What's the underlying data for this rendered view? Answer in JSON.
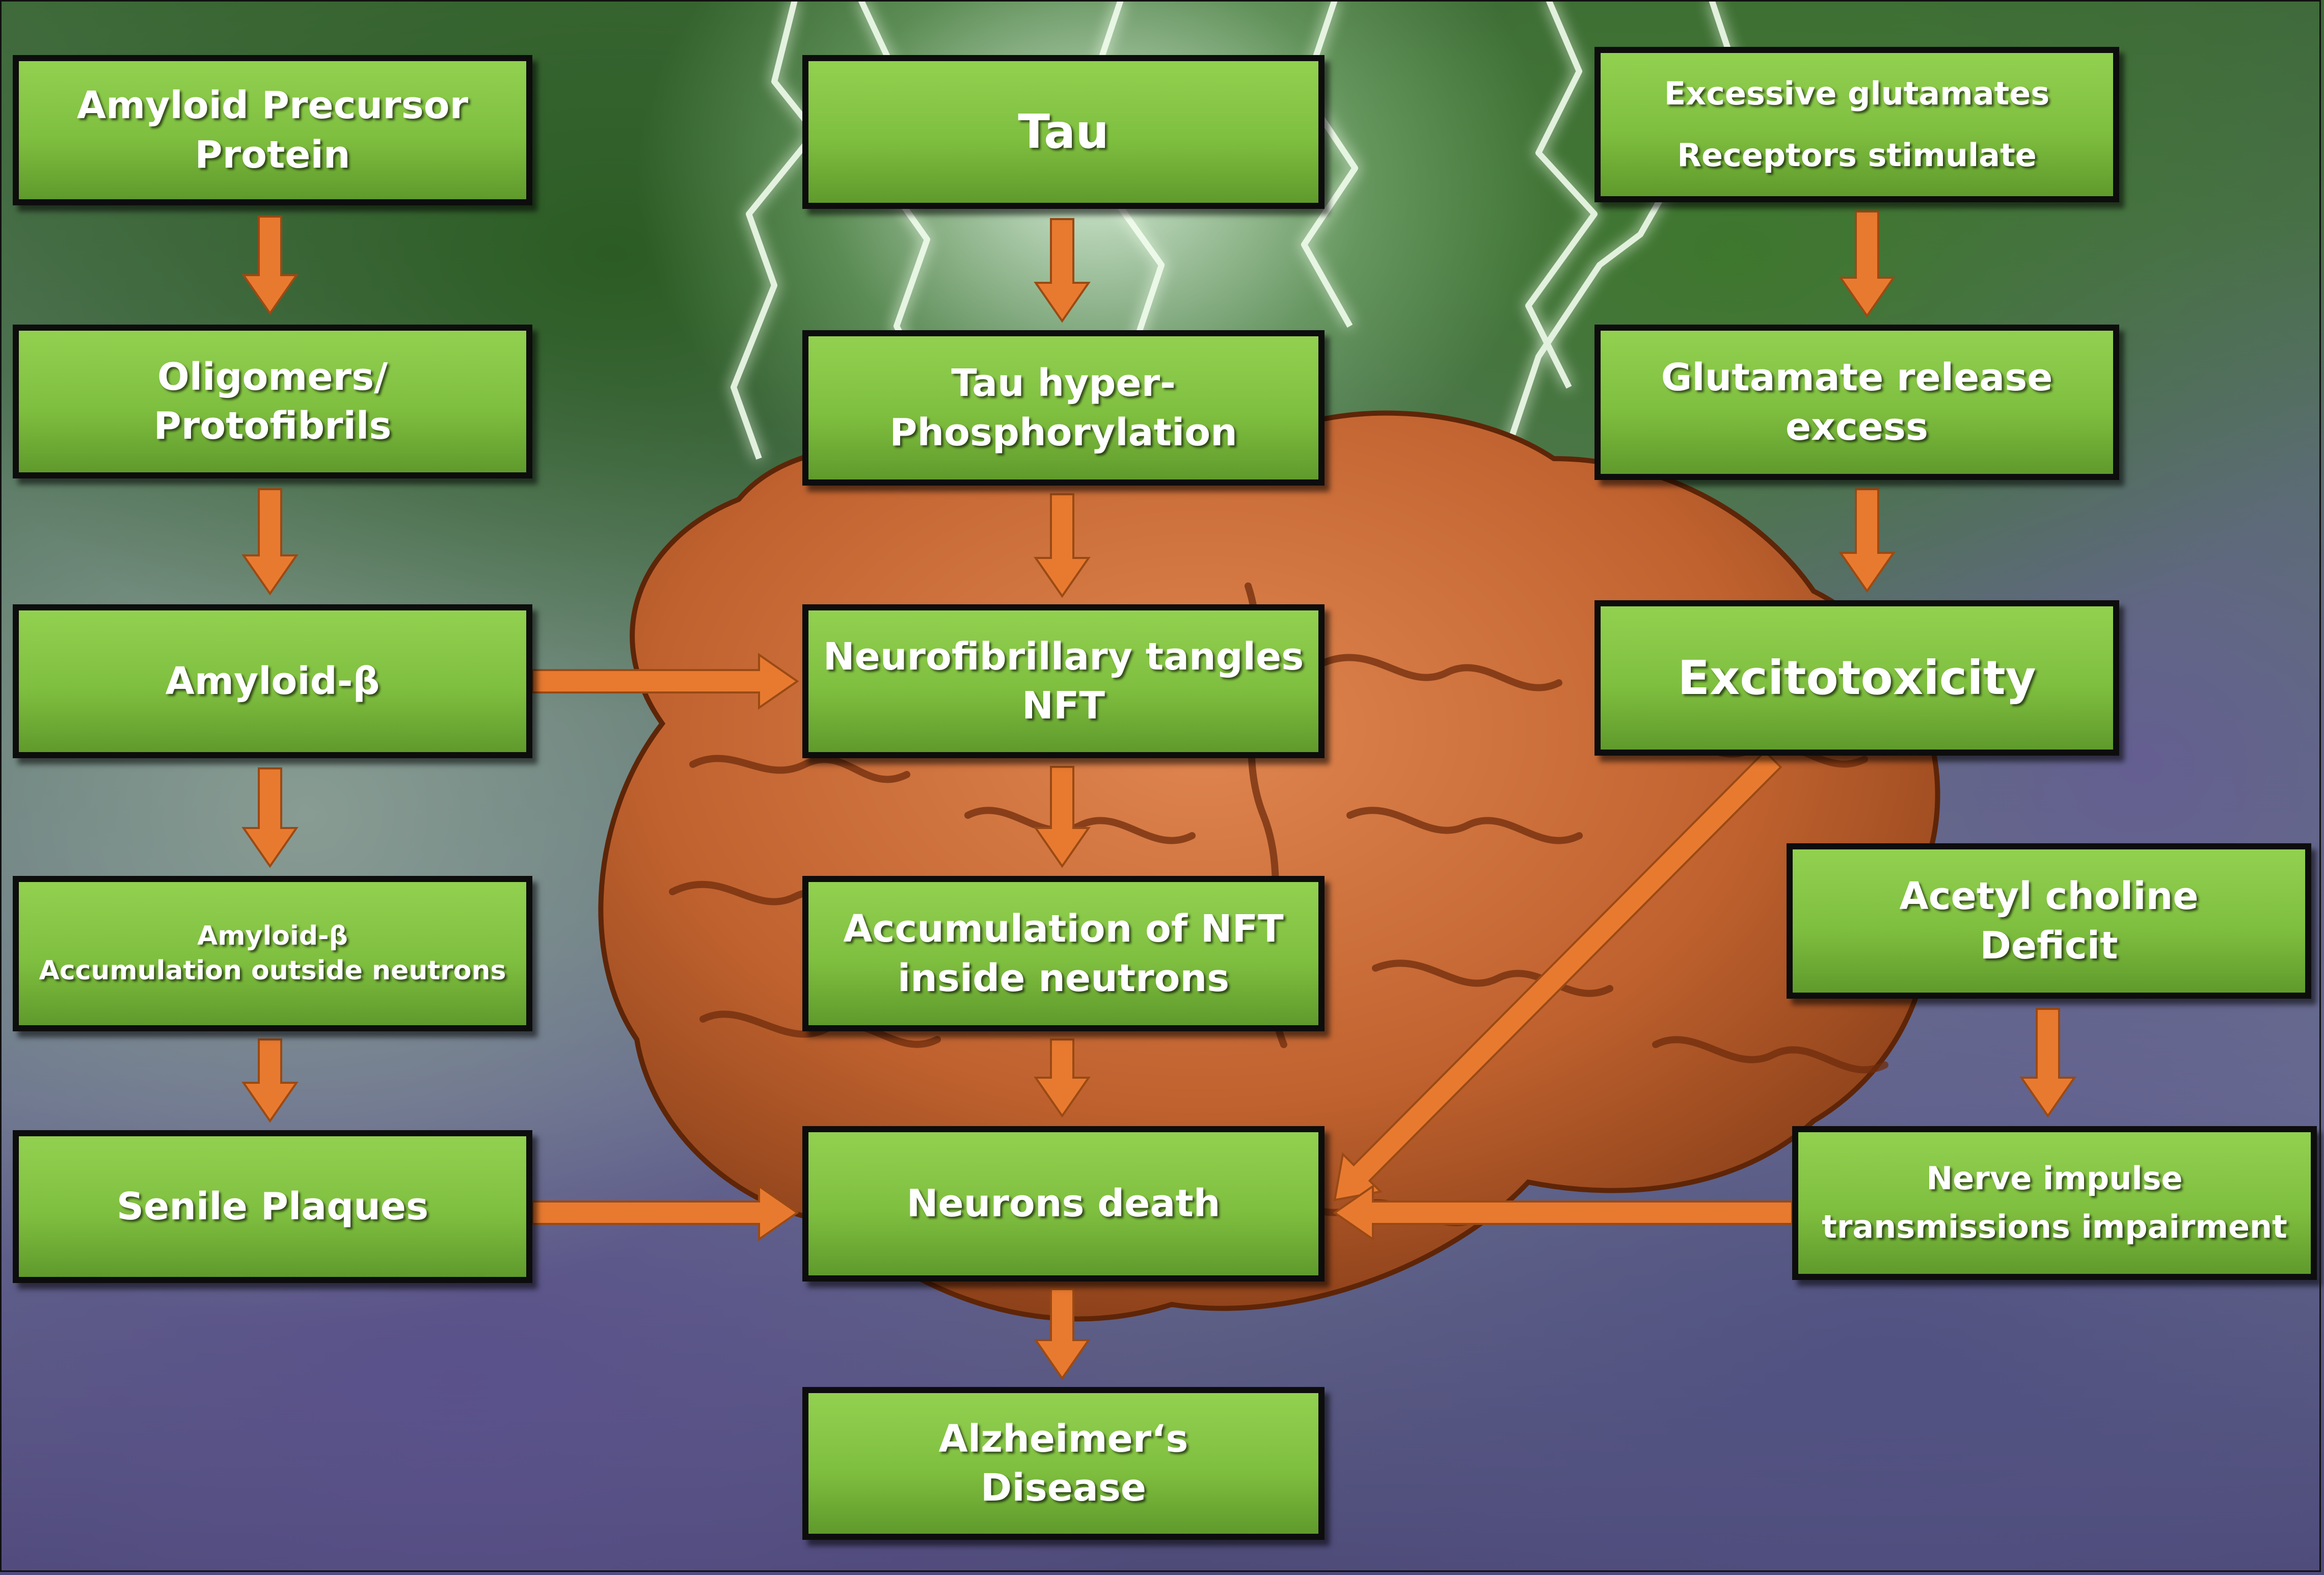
{
  "diagram": {
    "nodes": {
      "app": {
        "lines": [
          "Amyloid Precursor",
          "Protein"
        ]
      },
      "oligomers": {
        "lines": [
          "Oligomers/",
          "Protofibrils"
        ]
      },
      "amyloid_beta": {
        "lines": [
          "Amyloid-β"
        ]
      },
      "ab_accumulation": {
        "lines": [
          "Amyloid-β",
          "Accumulation outside neutrons"
        ]
      },
      "senile_plaques": {
        "lines": [
          "Senile Plaques"
        ]
      },
      "tau": {
        "lines": [
          "Tau"
        ]
      },
      "tau_hyper": {
        "lines": [
          "Tau hyper-",
          "Phosphorylation"
        ]
      },
      "nft": {
        "lines": [
          "Neurofibrillary tangles",
          "NFT"
        ]
      },
      "nft_accumulation": {
        "lines": [
          "Accumulation of NFT",
          "inside neutrons"
        ]
      },
      "neurons_death": {
        "lines": [
          "Neurons death"
        ]
      },
      "alzheimers": {
        "lines": [
          "Alzheimer‘s",
          "Disease"
        ]
      },
      "glutamates": {
        "lines": [
          "Excessive glutamates",
          "Receptors stimulate"
        ]
      },
      "glutamate_release": {
        "lines": [
          "Glutamate release",
          "excess"
        ]
      },
      "excitotoxicity": {
        "lines": [
          "Excitotoxicity"
        ]
      },
      "ach_deficit": {
        "lines": [
          "Acetyl choline",
          "Deficit"
        ]
      },
      "nerve_impulse": {
        "lines": [
          "Nerve impulse",
          "transmissions impairment"
        ]
      }
    },
    "edges": [
      [
        "app",
        "oligomers"
      ],
      [
        "oligomers",
        "amyloid_beta"
      ],
      [
        "amyloid_beta",
        "ab_accumulation"
      ],
      [
        "ab_accumulation",
        "senile_plaques"
      ],
      [
        "amyloid_beta",
        "nft"
      ],
      [
        "senile_plaques",
        "neurons_death"
      ],
      [
        "tau",
        "tau_hyper"
      ],
      [
        "tau_hyper",
        "nft"
      ],
      [
        "nft",
        "nft_accumulation"
      ],
      [
        "nft_accumulation",
        "neurons_death"
      ],
      [
        "neurons_death",
        "alzheimers"
      ],
      [
        "glutamates",
        "glutamate_release"
      ],
      [
        "glutamate_release",
        "excitotoxicity"
      ],
      [
        "excitotoxicity",
        "neurons_death"
      ],
      [
        "ach_deficit",
        "nerve_impulse"
      ],
      [
        "nerve_impulse",
        "neurons_death"
      ]
    ],
    "colors": {
      "box_fill": "#7fbf3f",
      "box_border": "#0d0d0d",
      "box_text": "#ffffff",
      "arrow": "#e87a30",
      "brain": "#c8693a"
    },
    "background_icons": [
      "brain-illustration",
      "lightning-bolts"
    ]
  }
}
